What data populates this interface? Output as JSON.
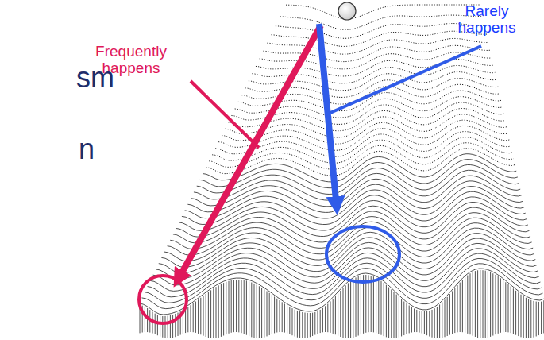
{
  "diagram": {
    "labels": [
      "Frequently happens",
      "Rarely happens",
      "sm",
      "n"
    ]
  }
}
